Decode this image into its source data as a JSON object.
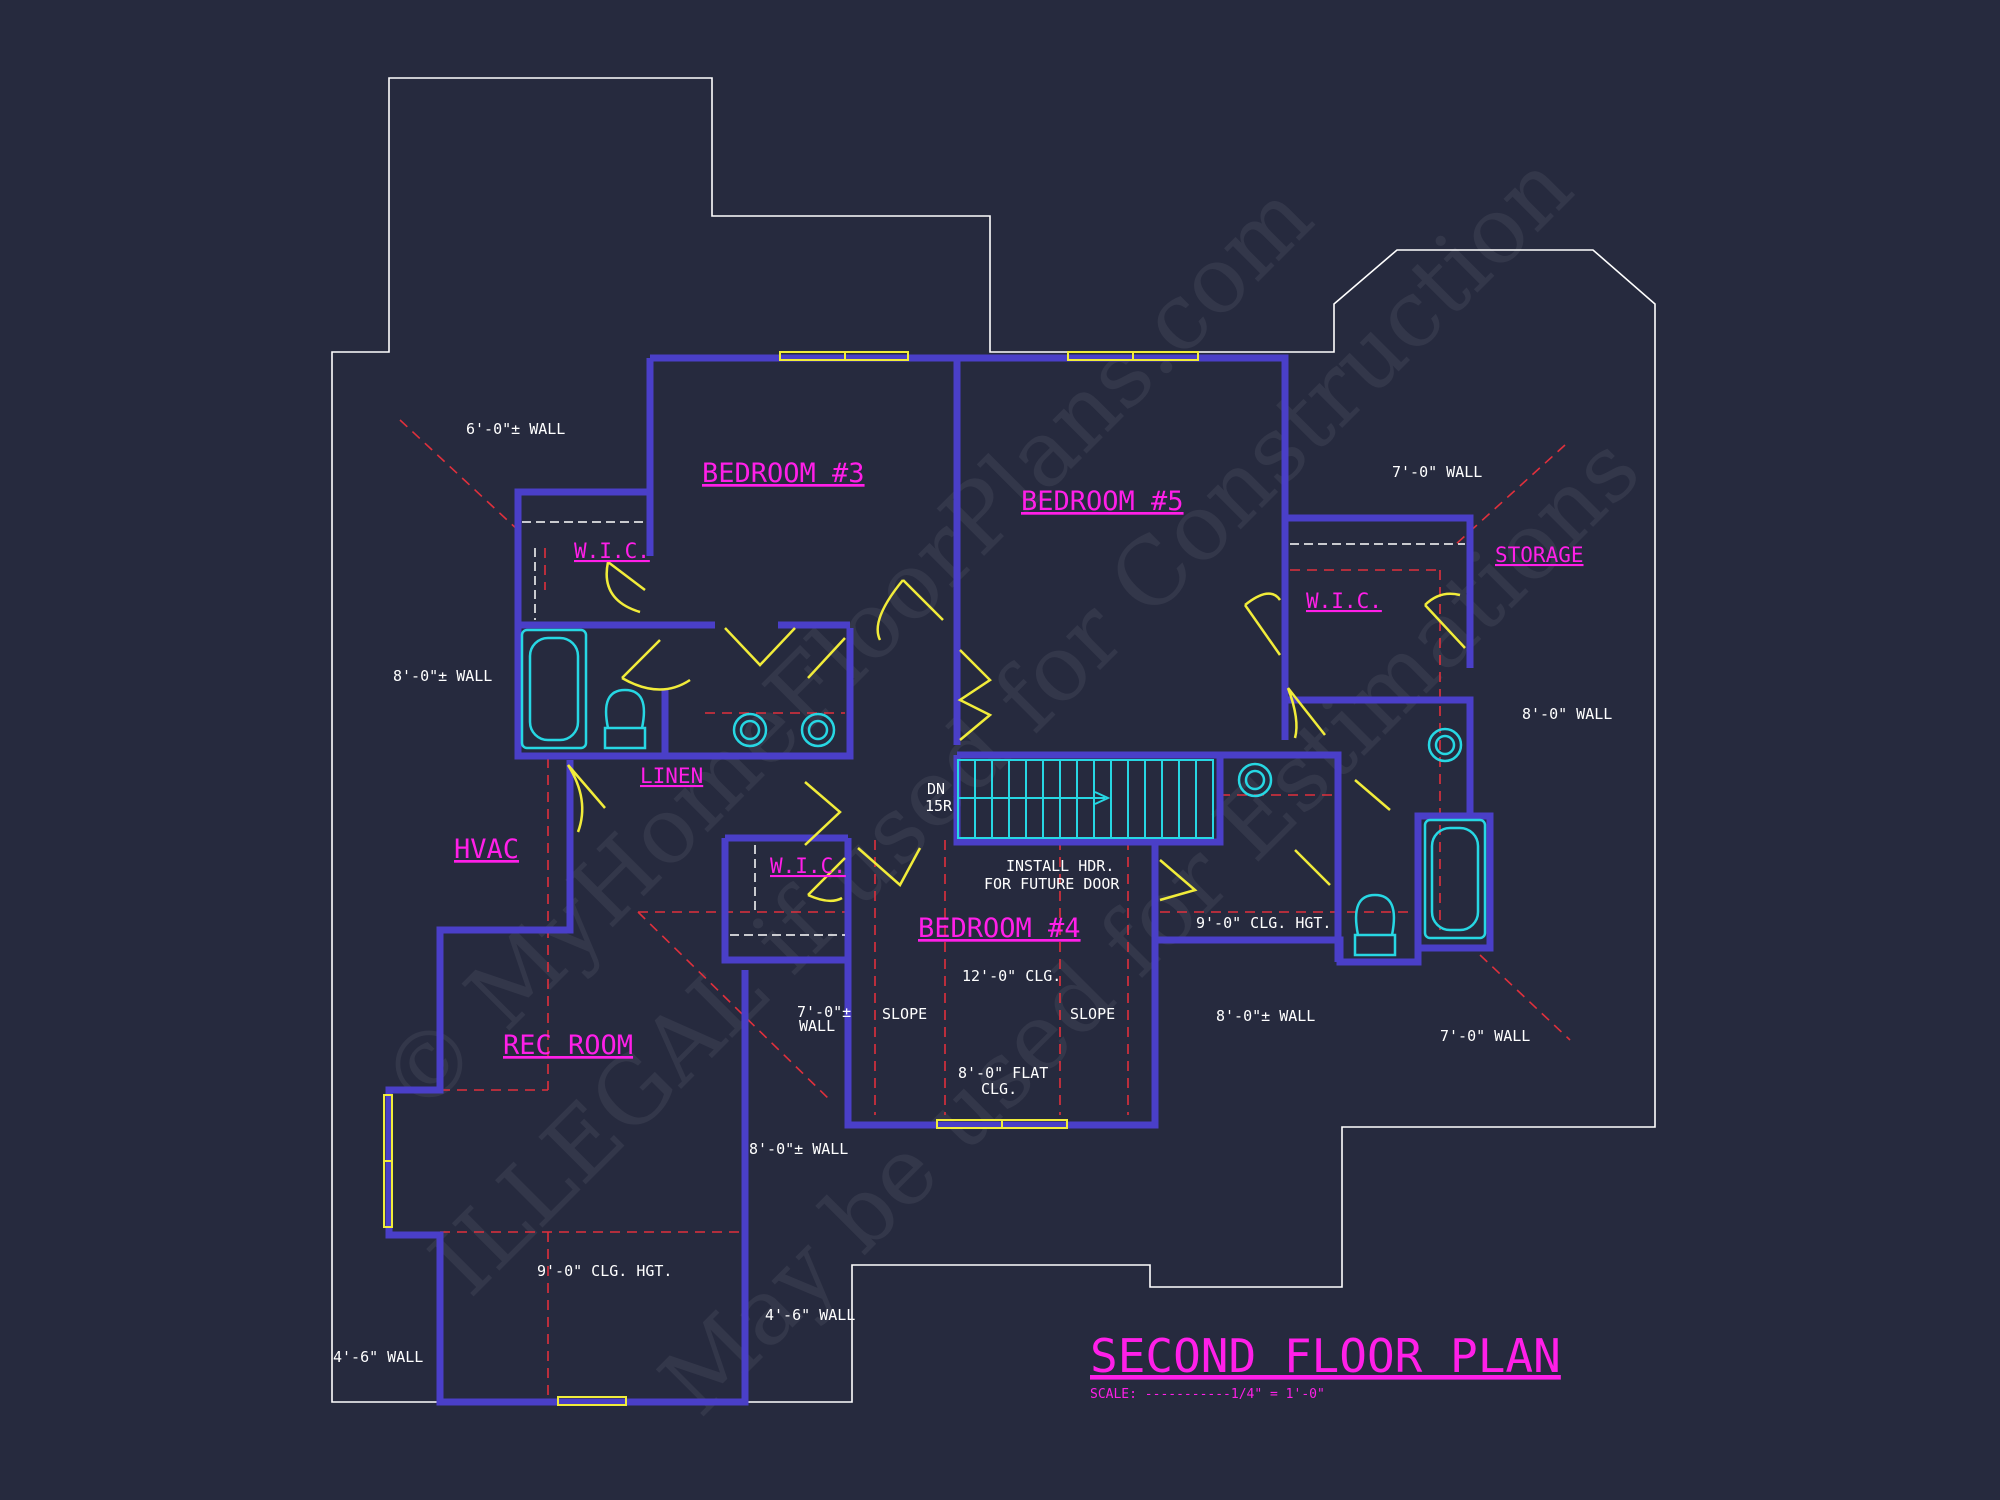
{
  "title": "SECOND FLOOR PLAN",
  "scale": "SCALE: -----------1/4\" = 1'-0\"",
  "rooms": {
    "bedroom3": "BEDROOM #3",
    "bedroom5": "BEDROOM #5",
    "bedroom4": "BEDROOM #4",
    "rec_room": "REC ROOM",
    "hvac": "HVAC",
    "storage": "STORAGE",
    "linen": "LINEN",
    "wic_left": "W.I.C.",
    "wic_right": "W.I.C.",
    "wic_center": "W.I.C."
  },
  "notes": {
    "wall_6ft": "6'-0\"± WALL",
    "wall_7ft_right_top": "7'-0\" WALL",
    "wall_8ft_left": "8'-0\"± WALL",
    "wall_8ft_right": "8'-0\" WALL",
    "stair_dn": "DN",
    "stair_risers": "15R",
    "install_hdr_1": "INSTALL HDR.",
    "install_hdr_2": "FOR FUTURE DOOR",
    "clg_9ft_right": "9'-0\" CLG. HGT.",
    "clg_12ft": "12'-0\" CLG.",
    "slope_left": "SLOPE",
    "slope_right": "SLOPE",
    "wall_7ft_left_1": "7'-0\"±",
    "wall_7ft_left_2": "WALL",
    "flat_clg_1": "8'-0\" FLAT",
    "flat_clg_2": "CLG.",
    "wall_8ft_center_right": "8'-0\"± WALL",
    "wall_7ft_right_bottom": "7'-0\" WALL",
    "wall_8ft_center": "8'-0\"± WALL",
    "clg_9ft_rec": "9'-0\" CLG. HGT.",
    "wall_4ft6_center": "4'-6\" WALL",
    "wall_4ft6_left": "4'-6\" WALL"
  },
  "watermark": {
    "line1": "© MyHomeFloorPlans.com",
    "line2": "ILLEGAL if used for Construction",
    "line3": "May be used for Estimations"
  },
  "colors": {
    "background": "#262a3e",
    "wall": "#4a3fc8",
    "label": "#ff1fe8",
    "door": "#f1ec3a",
    "fixture": "#27d7e3",
    "hidden_line": "#e0303c",
    "outline": "#ffffff"
  }
}
